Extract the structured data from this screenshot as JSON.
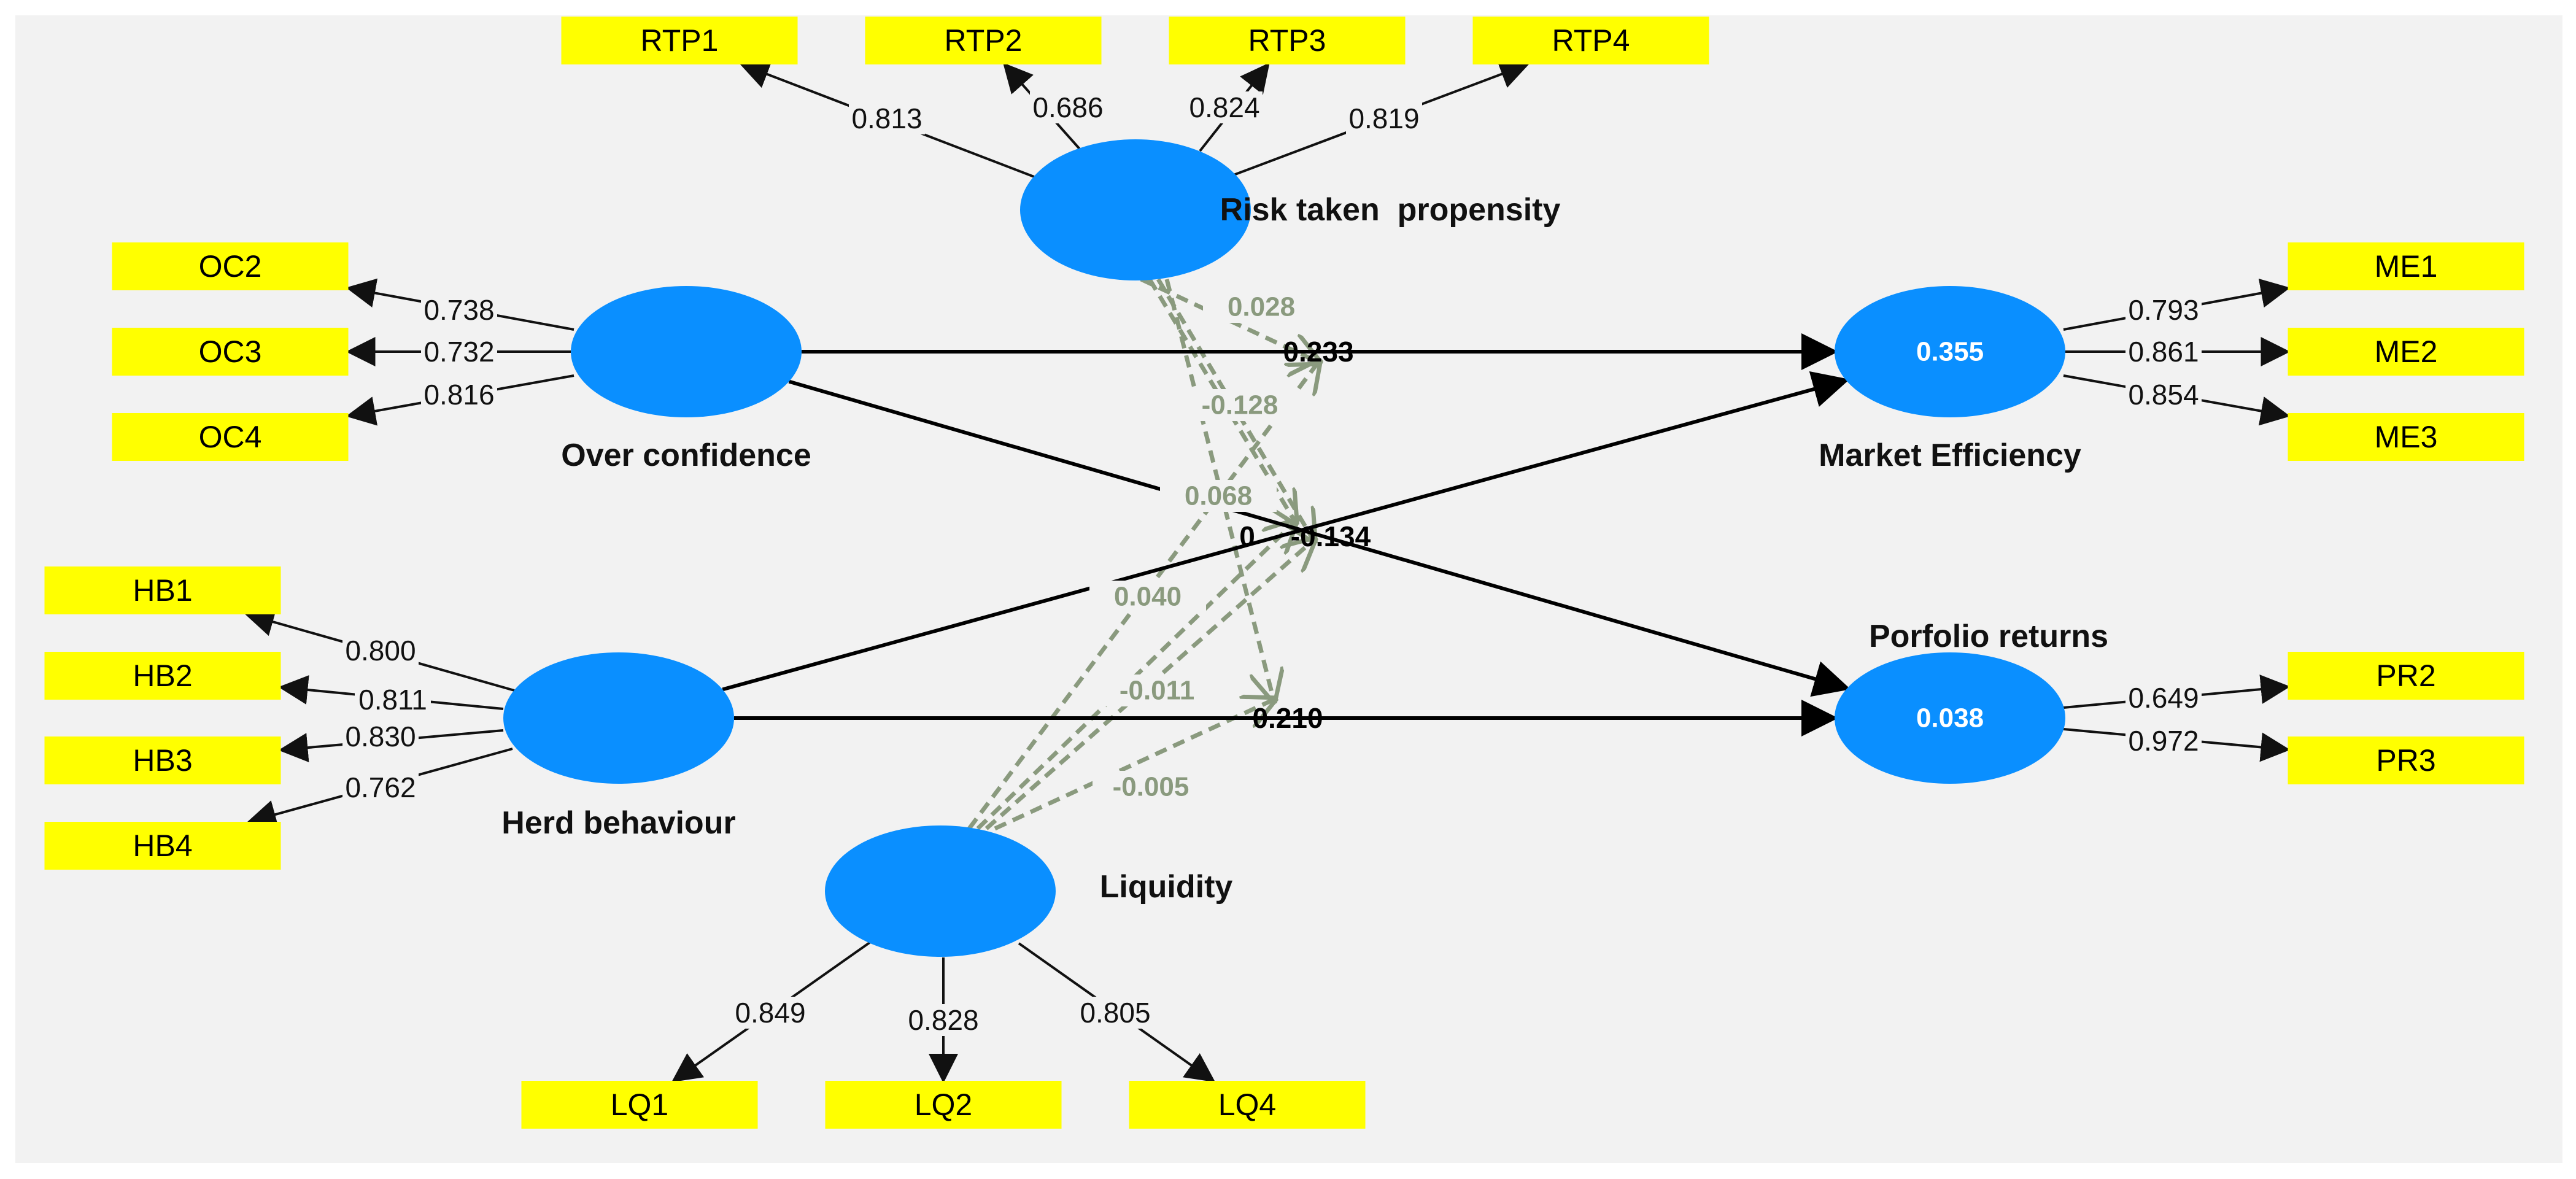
{
  "colors": {
    "background": "#f2f2f2",
    "construct": "#0a8fff",
    "indicator": "#ffff00",
    "moderator_path": "#8a9a7e",
    "path": "#000000"
  },
  "constructs": [
    {
      "id": "RTP",
      "name": "Risk taken  propensity",
      "value": ""
    },
    {
      "id": "OC",
      "name": "Over confidence",
      "value": ""
    },
    {
      "id": "ME",
      "name": "Market Efficiency",
      "value": "0.355"
    },
    {
      "id": "HB",
      "name": "Herd behaviour",
      "value": ""
    },
    {
      "id": "PR",
      "name": "Porfolio returns",
      "value": "0.038"
    },
    {
      "id": "LQ",
      "name": "Liquidity",
      "value": ""
    }
  ],
  "indicators": [
    {
      "label": "RTP1",
      "construct": "RTP",
      "loading": "0.813"
    },
    {
      "label": "RTP2",
      "construct": "RTP",
      "loading": "0.686"
    },
    {
      "label": "RTP3",
      "construct": "RTP",
      "loading": "0.824"
    },
    {
      "label": "RTP4",
      "construct": "RTP",
      "loading": "0.819"
    },
    {
      "label": "OC2",
      "construct": "OC",
      "loading": "0.738"
    },
    {
      "label": "OC3",
      "construct": "OC",
      "loading": "0.732"
    },
    {
      "label": "OC4",
      "construct": "OC",
      "loading": "0.816"
    },
    {
      "label": "ME1",
      "construct": "ME",
      "loading": "0.793"
    },
    {
      "label": "ME2",
      "construct": "ME",
      "loading": "0.861"
    },
    {
      "label": "ME3",
      "construct": "ME",
      "loading": "0.854"
    },
    {
      "label": "HB1",
      "construct": "HB",
      "loading": "0.800"
    },
    {
      "label": "HB2",
      "construct": "HB",
      "loading": "0.811"
    },
    {
      "label": "HB3",
      "construct": "HB",
      "loading": "0.830"
    },
    {
      "label": "HB4",
      "construct": "HB",
      "loading": "0.762"
    },
    {
      "label": "PR2",
      "construct": "PR",
      "loading": "0.649"
    },
    {
      "label": "PR3",
      "construct": "PR",
      "loading": "0.972"
    },
    {
      "label": "LQ1",
      "construct": "LQ",
      "loading": "0.849"
    },
    {
      "label": "LQ2",
      "construct": "LQ",
      "loading": "0.828"
    },
    {
      "label": "LQ4",
      "construct": "LQ",
      "loading": "0.805"
    }
  ],
  "structural_paths": [
    {
      "from": "OC",
      "to": "ME",
      "coefficient": "0.233"
    },
    {
      "from": "OC",
      "to": "PR",
      "coefficient": "-0.134"
    },
    {
      "from": "HB",
      "to": "ME",
      "coefficient": "0"
    },
    {
      "from": "HB",
      "to": "PR",
      "coefficient": "0.210"
    }
  ],
  "moderating_effects": [
    {
      "moderator": "RTP",
      "target_path": "OC-ME",
      "coefficient": "0.028"
    },
    {
      "moderator": "RTP",
      "target_path": "OC-PR",
      "coefficient": "-0.128"
    },
    {
      "moderator": "RTP",
      "target_path": "HB-ME",
      "coefficient": "0.068"
    },
    {
      "moderator": "RTP",
      "target_path": "HB-PR",
      "coefficient": ""
    },
    {
      "moderator": "LQ",
      "target_path": "OC-ME",
      "coefficient": "0.040"
    },
    {
      "moderator": "LQ",
      "target_path": "OC-PR",
      "coefficient": "-0.011"
    },
    {
      "moderator": "LQ",
      "target_path": "HB-ME",
      "coefficient": ""
    },
    {
      "moderator": "LQ",
      "target_path": "HB-PR",
      "coefficient": "-0.005"
    }
  ]
}
